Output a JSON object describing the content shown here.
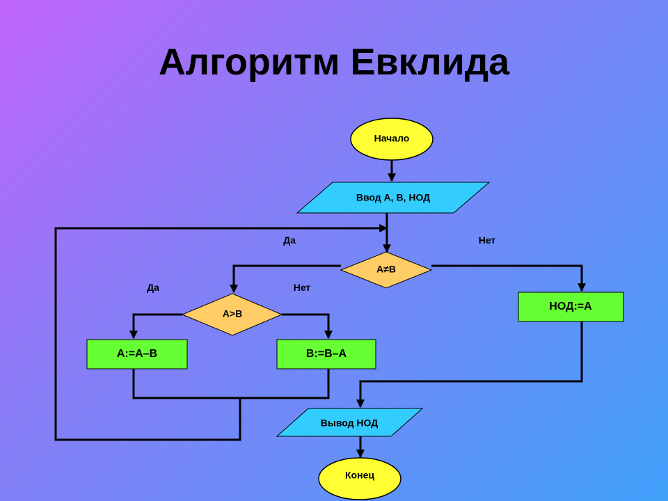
{
  "title": "Алгоритм Евклида",
  "colors": {
    "terminal": "#ffff33",
    "io": "#33ccff",
    "decision": "#ffcc66",
    "process": "#66ff33",
    "line": "#000000"
  },
  "nodes": {
    "start": "Начало",
    "input": "Ввод A, B, НОД",
    "cond_ne": "A≠B",
    "cond_gt": "A>B",
    "assign_a": "A:=A–B",
    "assign_b": "B:=B–A",
    "gcd": "НОД:=A",
    "output": "Вывод НОД",
    "end": "Конец"
  },
  "branch_labels": {
    "ne_yes": "Да",
    "ne_no": "Нет",
    "gt_yes": "Да",
    "gt_no": "Нет"
  }
}
